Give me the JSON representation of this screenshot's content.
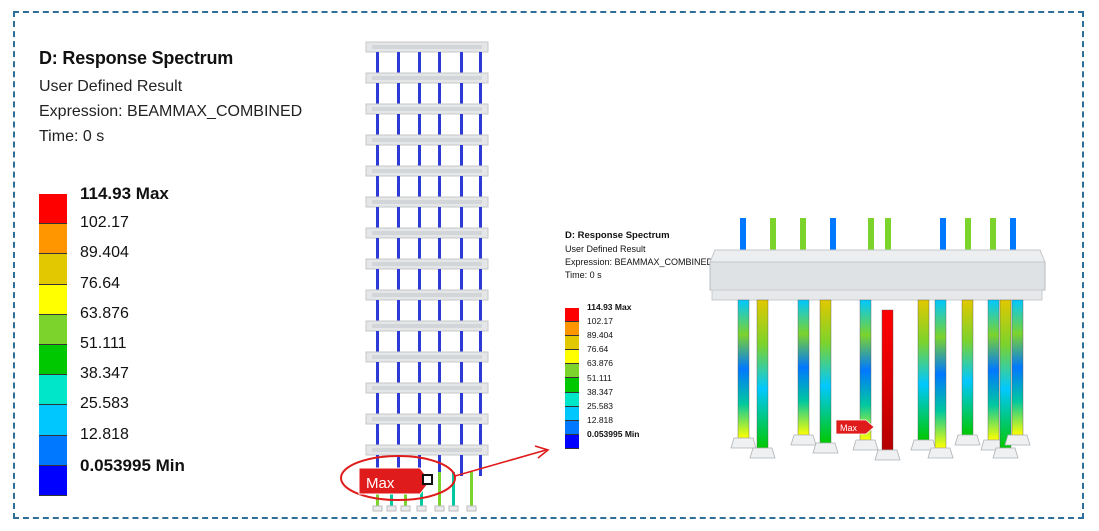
{
  "panel_info": {
    "title": "D: Response Spectrum",
    "result_type": "User Defined Result",
    "expression": "Expression: BEAMMAX_COMBINED",
    "time": "Time: 0 s"
  },
  "legend": {
    "max_label": "114.93 Max",
    "min_label": "0.053995 Min",
    "values": [
      "114.93 Max",
      "102.17",
      "89.404",
      "76.64",
      "63.876",
      "51.111",
      "38.347",
      "25.583",
      "12.818",
      "0.053995 Min"
    ],
    "colors": [
      "#ff0000",
      "#ff9600",
      "#e1c800",
      "#ffff00",
      "#7cd32c",
      "#00c800",
      "#00e6c8",
      "#00c8ff",
      "#0078ff",
      "#0000ff"
    ]
  },
  "probe": {
    "label": "Max"
  },
  "accent_colors": {
    "frame": "#2e6f98",
    "callout": "#e01b1b"
  }
}
